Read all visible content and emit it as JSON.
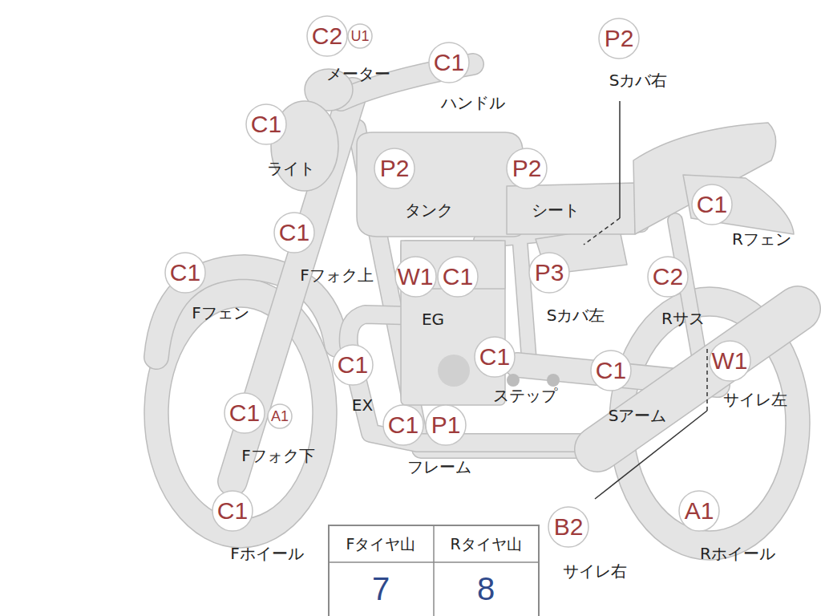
{
  "diagram": {
    "nodes": [
      {
        "text": [
          "C2"
        ]
      },
      {
        "text": [
          "U1"
        ]
      },
      {
        "text": [
          "C1"
        ]
      },
      {
        "text": [
          "P2"
        ]
      },
      {
        "text": [
          "C1"
        ]
      },
      {
        "text": [
          "P2"
        ]
      },
      {
        "text": [
          "P2"
        ]
      },
      {
        "text": [
          "C1"
        ]
      },
      {
        "text": [
          "C1"
        ]
      },
      {
        "text": [
          "C1"
        ]
      },
      {
        "text": [
          "W1"
        ]
      },
      {
        "text": [
          "C1"
        ]
      },
      {
        "text": [
          "P3"
        ]
      },
      {
        "text": [
          "C2"
        ]
      },
      {
        "text": [
          "C1"
        ]
      },
      {
        "text": [
          "C1"
        ]
      },
      {
        "text": [
          "C1"
        ]
      },
      {
        "text": [
          "W1"
        ]
      },
      {
        "text": [
          "C1"
        ]
      },
      {
        "text": [
          "A1"
        ]
      },
      {
        "text": [
          "C1"
        ]
      },
      {
        "text": [
          "P1"
        ]
      },
      {
        "text": [
          "C1"
        ]
      },
      {
        "text": [
          "B2"
        ]
      },
      {
        "text": [
          "A1"
        ]
      }
    ],
    "labels": [
      "メーター",
      "ハンドル",
      "Sカバ右",
      "ライト",
      "タンク",
      "シート",
      "Rフェン",
      "Fフォク上",
      "Fフェン",
      "EG",
      "Sカバ左",
      "Rサス",
      "EX",
      "ステップ",
      "Sアーム",
      "サイレ左",
      "Fフォク下",
      "フレーム",
      "Fタイヤ山",
      "Rタイヤ山",
      "Fホイール",
      "Rホイール",
      "サイレ右",
      "7",
      "8"
    ]
  }
}
